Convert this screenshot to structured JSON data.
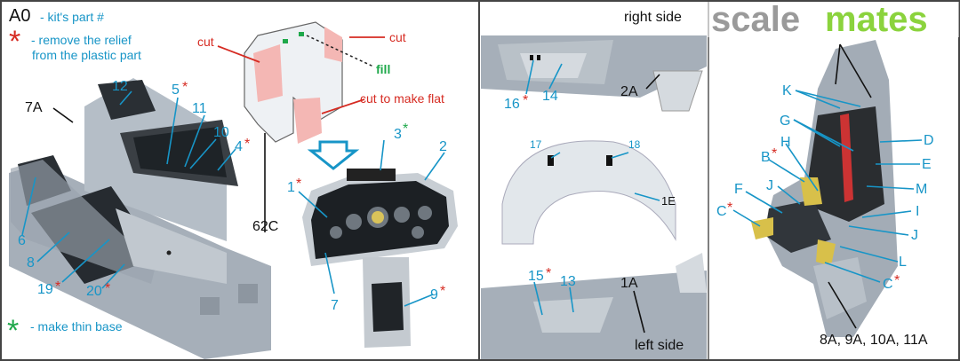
{
  "watermark": {
    "part1": "scale",
    "part2": "mates"
  },
  "legend": {
    "code": "A0",
    "code_text": "- kit's part #",
    "remove_star": "*",
    "remove_text_1": "- remove the relief",
    "remove_text_2": "from the plastic part",
    "thin_star": "*",
    "thin_text": "- make thin base"
  },
  "detail": {
    "cut_left": "cut",
    "cut_right": "cut",
    "fill": "fill",
    "cut_flat": "cut to make flat"
  },
  "labels": {
    "p7A": "7A",
    "p12": "12",
    "p5": "5",
    "p11": "11",
    "p10": "10",
    "p4": "4",
    "p6": "6",
    "p8": "8",
    "p19": "19",
    "p20": "20",
    "p62C": "62C",
    "p1": "1",
    "p3": "3",
    "p2": "2",
    "p7": "7",
    "p9": "9",
    "right_side": "right side",
    "p16": "16",
    "p14": "14",
    "p2A": "2A",
    "p17": "17",
    "p18": "18",
    "p1E": "1E",
    "p15": "15",
    "p13": "13",
    "p1A": "1A",
    "left_side": "left side",
    "pK": "K",
    "pG": "G",
    "pH": "H",
    "pB": "B",
    "pF": "F",
    "pJ": "J",
    "pC": "C",
    "pD": "D",
    "pE": "E",
    "pM": "M",
    "pI": "I",
    "pJ2": "J",
    "pL": "L",
    "pC2": "C",
    "seat_parts": "8A, 9A, 10A, 11A"
  },
  "stars": {
    "mark": "*"
  },
  "colors": {
    "blue_label": "#1795c7",
    "red": "#d62b22",
    "green": "#1ea84a",
    "part_grey": "#a9b2bc"
  }
}
